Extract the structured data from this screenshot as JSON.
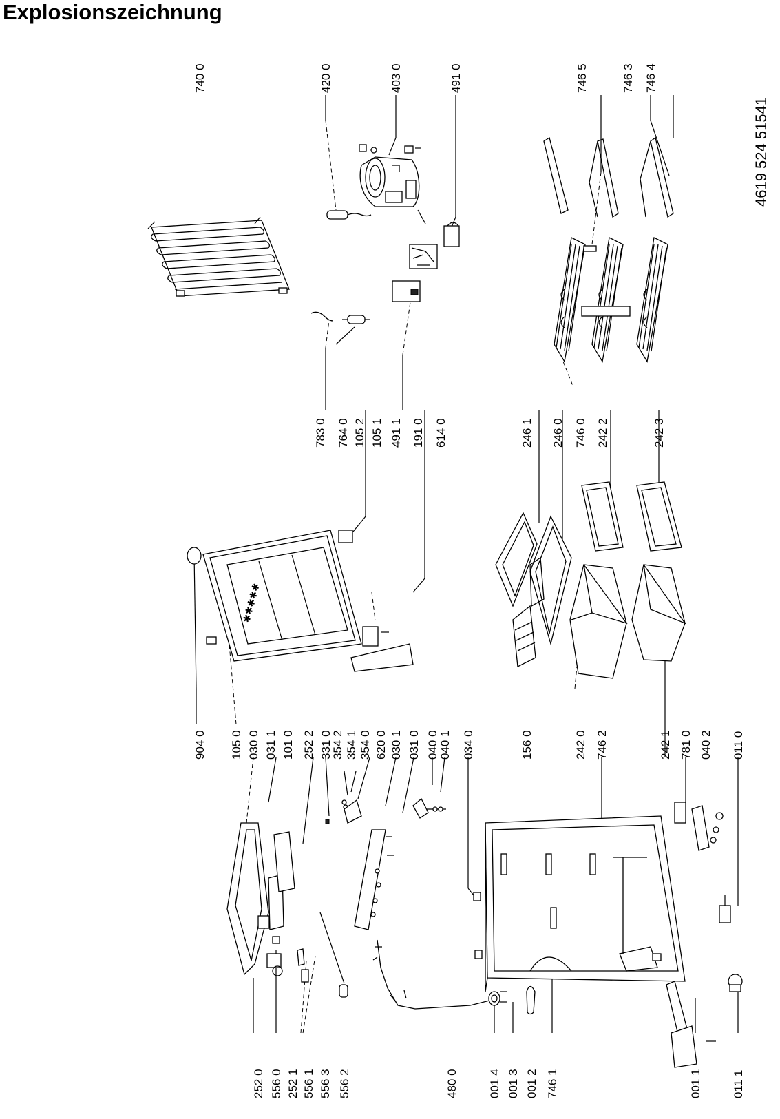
{
  "title": "Explosionszeichnung",
  "document_number": "4619 524 51541",
  "labels": [
    "740 0",
    "420 0",
    "403 0",
    "491 0",
    "746 5",
    "746 3",
    "746 4",
    "783 0",
    "764 0",
    "105 2",
    "105 1",
    "491 1",
    "191 0",
    "614 0",
    "246 1",
    "246 0",
    "746 0",
    "242 2",
    "242 3",
    "904 0",
    "105 0",
    "030 0",
    "031 1",
    "101 0",
    "252 2",
    "331 0",
    "354 2",
    "354 1",
    "354 0",
    "620 0",
    "030 1",
    "031 0",
    "040 0",
    "040 1",
    "034 0",
    "156 0",
    "242 0",
    "746 2",
    "242 1",
    "781 0",
    "040 2",
    "011 0",
    "252 0",
    "556 0",
    "252 1",
    "556 1",
    "556 3",
    "556 2",
    "480 0",
    "001 4",
    "001 3",
    "001 2",
    "746 1",
    "001 1",
    "011 1"
  ]
}
